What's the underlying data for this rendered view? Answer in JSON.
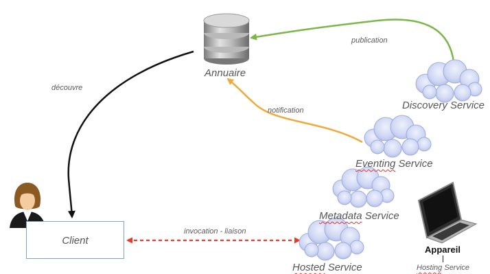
{
  "nodes": {
    "annuaire": "Annuaire",
    "client": "Client",
    "discovery": "Discovery Service",
    "eventing": {
      "word": "Eventing",
      "rest": " Service"
    },
    "metadata": {
      "word": "Metadata",
      "rest": " Service"
    },
    "hosted": {
      "word": "Hosted",
      "rest": " Service"
    },
    "appareil": "Appareil",
    "hosting": {
      "word": "Hosting",
      "rest": " Service"
    }
  },
  "edges": {
    "publication": "publication",
    "notification": "notification",
    "decouvre": "découvre",
    "invocation": "invocation - liaison"
  },
  "colors": {
    "publication": "#7ab648",
    "notification": "#f2a93b",
    "decouvre": "#111111",
    "invocation": "#e8382a",
    "client_border": "#7aa3c6",
    "cloud_fill": "#c9d2f2"
  }
}
